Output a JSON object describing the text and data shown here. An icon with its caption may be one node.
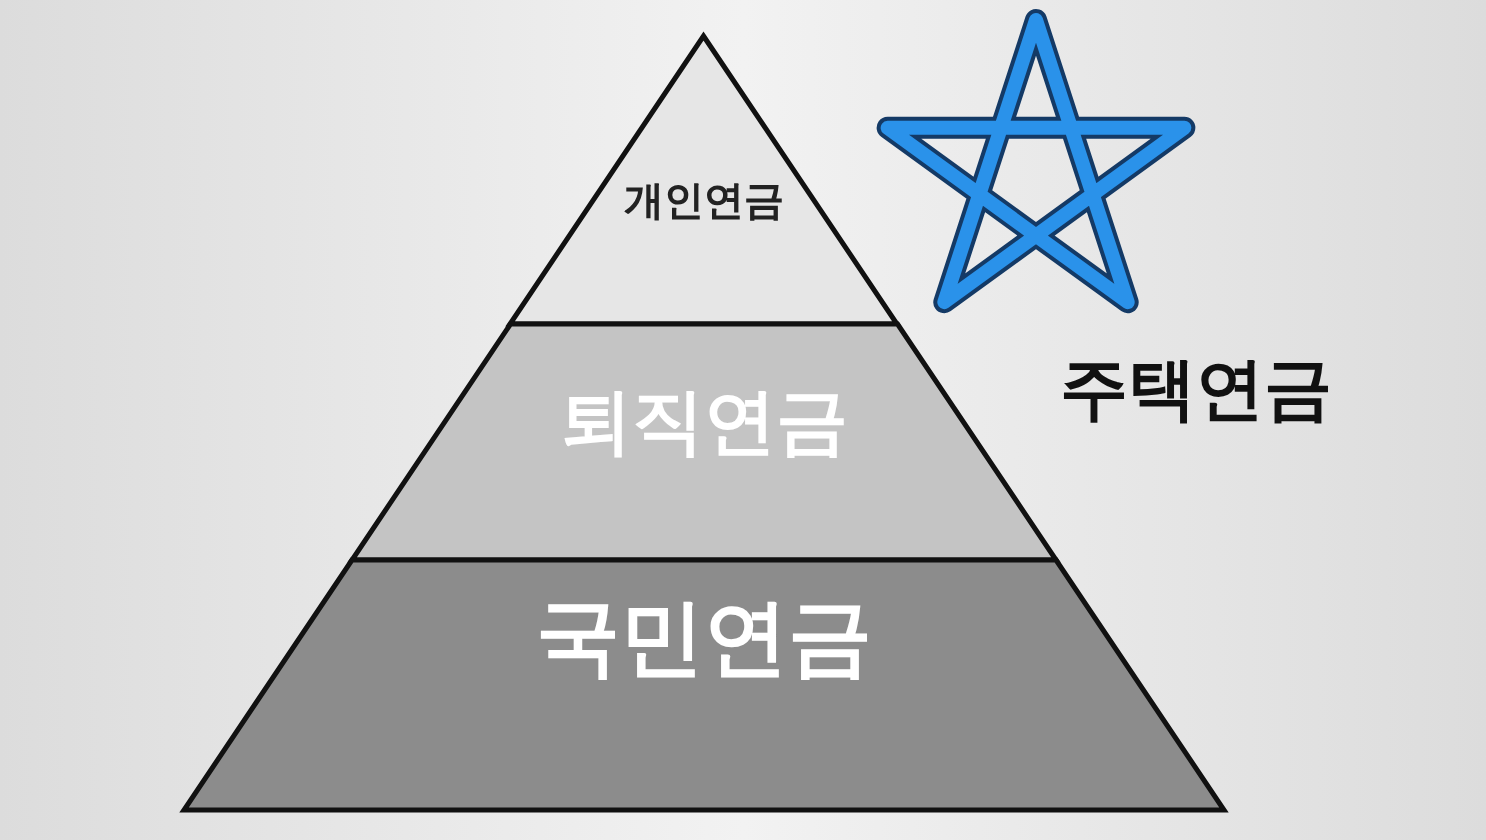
{
  "diagram": {
    "nodes": [
      {
        "text": [
          "개인연금"
        ]
      },
      {
        "text": [
          "퇴직연금"
        ]
      },
      {
        "text": [
          "국민연금"
        ]
      }
    ],
    "labels": [
      "주택연금"
    ]
  }
}
